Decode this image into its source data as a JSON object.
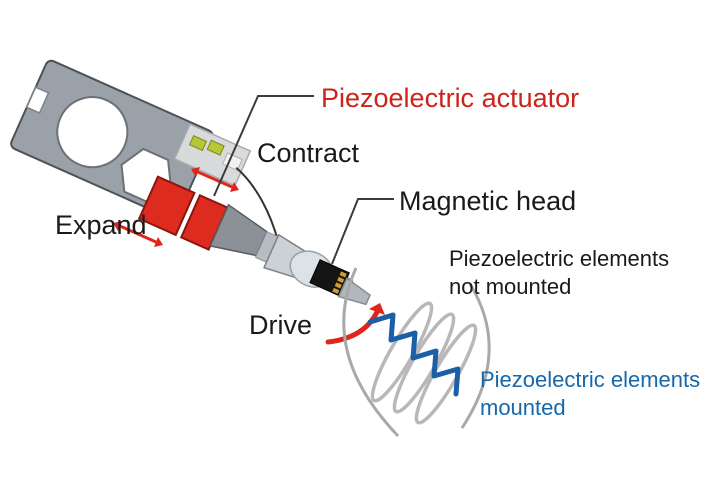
{
  "labels": {
    "piezo_actuator": "Piezoelectric actuator",
    "contract": "Contract",
    "magnetic_head": "Magnetic head",
    "expand": "Expand",
    "drive": "Drive",
    "not_mounted_line1": "Piezoelectric elements",
    "not_mounted_line2": "not mounted",
    "mounted_line1": "Piezoelectric elements",
    "mounted_line2": "mounted"
  },
  "colors": {
    "label_red": "#cc241a",
    "label_blue": "#1668ab",
    "label_black": "#1a1a1a",
    "piezo_red": "#dd2b20",
    "arrow_red": "#e0251b",
    "wave_blue": "#1a5fa8",
    "wave_gray": "#b8b8b8",
    "arm_gray": "#9aa1a8",
    "beam_gray": "#ccd1d5",
    "head_black": "#141414",
    "leader_line": "#3c3c3c"
  }
}
